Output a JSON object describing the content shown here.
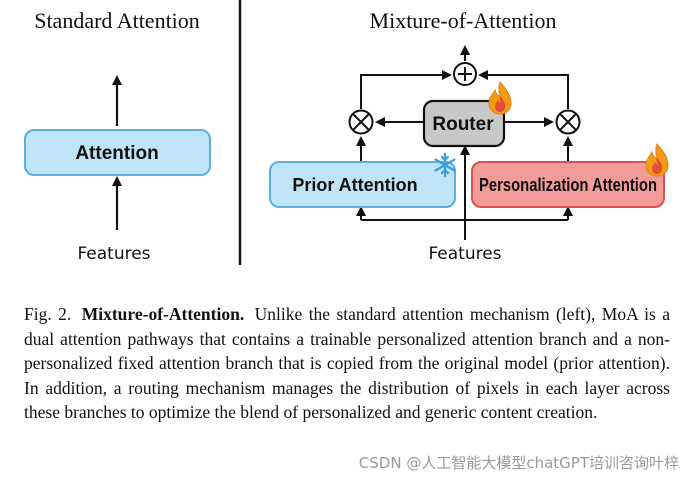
{
  "left_panel": {
    "title": "Standard Attention",
    "box_label": "Attention",
    "input_label": "Features"
  },
  "right_panel": {
    "title": "Mixture-of-Attention",
    "router_label": "Router",
    "prior_label": "Prior Attention",
    "personalization_label": "Personalization Attention",
    "input_label": "Features"
  },
  "colors": {
    "attention_fill": "#bfe3f7",
    "attention_stroke": "#5aaee0",
    "router_fill": "#c8c8c8",
    "personalization_fill": "#f29c97",
    "personalization_stroke": "#d9534f"
  },
  "icons": {
    "router": "flame-icon",
    "prior": "snowflake-icon",
    "personalization": "flame-icon"
  },
  "caption": {
    "fig_label": "Fig. 2.",
    "fig_title": "Mixture-of-Attention.",
    "text": "Unlike the standard attention mechanism (left), MoA is a dual attention pathways that contains a trainable personalized attention branch and a non-personalized fixed attention branch that is copied from the original model (prior attention). In addition, a routing mechanism manages the distribution of pixels in each layer across these branches to optimize the blend of personalized and generic content creation."
  },
  "watermark": "CSDN @人工智能大模型chatGPT培训咨询叶梓"
}
